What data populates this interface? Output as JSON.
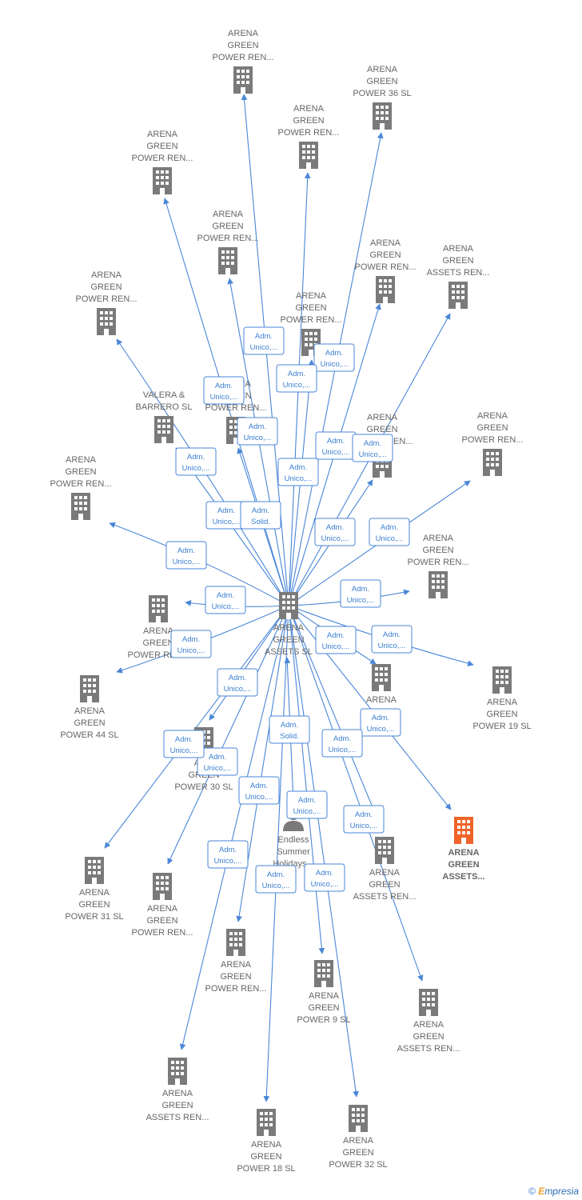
{
  "colors": {
    "edge": "#4a86d8",
    "node": "#7a7a7a",
    "highlight": "#f0642a",
    "label_border": "#4a86d8",
    "label_text": "#3a7fd1",
    "text": "#666666"
  },
  "center": {
    "id": "center",
    "label": [
      "ARENA",
      "GREEN",
      "ASSETS  SL"
    ],
    "icon": "building-icon"
  },
  "nodes": [
    {
      "id": "n1",
      "label": [
        "ARENA",
        "GREEN",
        "POWER REN..."
      ],
      "icon": "building-icon"
    },
    {
      "id": "n2",
      "label": [
        "ARENA",
        "GREEN",
        "POWER 36  SL"
      ],
      "icon": "building-icon"
    },
    {
      "id": "n3",
      "label": [
        "ARENA",
        "GREEN",
        "POWER REN..."
      ],
      "icon": "building-icon"
    },
    {
      "id": "n4",
      "label": [
        "ARENA",
        "GREEN",
        "POWER REN..."
      ],
      "icon": "building-icon"
    },
    {
      "id": "n5",
      "label": [
        "ARENA",
        "GREEN",
        "POWER REN..."
      ],
      "icon": "building-icon"
    },
    {
      "id": "n6",
      "label": [
        "ARENA",
        "GREEN",
        "POWER REN..."
      ],
      "icon": "building-icon"
    },
    {
      "id": "n7",
      "label": [
        "ARENA",
        "GREEN",
        "ASSETS REN..."
      ],
      "icon": "building-icon"
    },
    {
      "id": "n8",
      "label": [
        "ARENA",
        "GREEN",
        "POWER REN..."
      ],
      "icon": "building-icon"
    },
    {
      "id": "n9",
      "label": [
        "ARENA",
        "GREEN",
        "POWER REN..."
      ],
      "icon": "building-icon"
    },
    {
      "id": "n10",
      "label": [
        "ARENA",
        "GREEN",
        "POWER REN..."
      ],
      "icon": "building-icon"
    },
    {
      "id": "n11",
      "label": [
        "VALERA &",
        "BARRERO  SL"
      ],
      "icon": "building-icon"
    },
    {
      "id": "n12",
      "label": [
        "ARENA",
        "GREEN",
        "POWER REN..."
      ],
      "icon": "building-icon"
    },
    {
      "id": "n13",
      "label": [
        "ARENA",
        "GREEN",
        "POWER REN..."
      ],
      "icon": "building-icon"
    },
    {
      "id": "n14",
      "label": [
        "ARENA",
        "GREEN",
        "POWER REN..."
      ],
      "icon": "building-icon"
    },
    {
      "id": "n15",
      "label": [
        "ARENA",
        "GREEN",
        "POWER REN..."
      ],
      "icon": "building-icon"
    },
    {
      "id": "n16",
      "label": [
        "ARENA",
        "GREEN",
        "POWER REN..."
      ],
      "icon": "building-icon"
    },
    {
      "id": "n17",
      "label": [
        "ARENA",
        "GREEN",
        "POWER 44  SL"
      ],
      "icon": "building-icon"
    },
    {
      "id": "n18",
      "label": [
        "ARENA",
        "POWER..."
      ],
      "icon": "building-icon"
    },
    {
      "id": "n19",
      "label": [
        "ARENA",
        "GREEN",
        "POWER 19  SL"
      ],
      "icon": "building-icon"
    },
    {
      "id": "n20",
      "label": [
        "AR...",
        "GREEN",
        "POWER 30  SL"
      ],
      "icon": "building-icon"
    },
    {
      "id": "n21",
      "label": [
        "ARENA",
        "GREEN",
        "ASSETS..."
      ],
      "icon": "building-icon",
      "highlight": true
    },
    {
      "id": "n22",
      "label": [
        "Endless",
        "Summer",
        "Holidays..."
      ],
      "icon": "person-icon"
    },
    {
      "id": "n23",
      "label": [
        "ARENA",
        "GREEN",
        "ASSETS REN..."
      ],
      "icon": "building-icon"
    },
    {
      "id": "n24",
      "label": [
        "ARENA",
        "GREEN",
        "POWER 31  SL"
      ],
      "icon": "building-icon"
    },
    {
      "id": "n25",
      "label": [
        "ARENA",
        "GREEN",
        "POWER REN..."
      ],
      "icon": "building-icon"
    },
    {
      "id": "n26",
      "label": [
        "ARENA",
        "GREEN",
        "POWER REN..."
      ],
      "icon": "building-icon"
    },
    {
      "id": "n27",
      "label": [
        "ARENA",
        "GREEN",
        "POWER 9  SL"
      ],
      "icon": "building-icon"
    },
    {
      "id": "n28",
      "label": [
        "ARENA",
        "GREEN",
        "ASSETS REN..."
      ],
      "icon": "building-icon"
    },
    {
      "id": "n29",
      "label": [
        "ARENA",
        "GREEN",
        "ASSETS REN..."
      ],
      "icon": "building-icon"
    },
    {
      "id": "n30",
      "label": [
        "ARENA",
        "GREEN",
        "POWER 18  SL"
      ],
      "icon": "building-icon"
    },
    {
      "id": "n31",
      "label": [
        "ARENA",
        "GREEN",
        "POWER 32  SL"
      ],
      "icon": "building-icon"
    }
  ],
  "edge_labels": [
    [
      "Adm.",
      "Unico,..."
    ],
    [
      "Adm.",
      "Unico,..."
    ],
    [
      "Adm.",
      "Unico,..."
    ],
    [
      "Adm.",
      "Unico,..."
    ],
    [
      "Adm.",
      "Unico,..."
    ],
    [
      "Adm.",
      "Unico,..."
    ],
    [
      "Adm.",
      "Unico,..."
    ],
    [
      "Adm.",
      "Unico,..."
    ],
    [
      "Adm.",
      "Unico,..."
    ],
    [
      "Adm.",
      "Unico,..."
    ],
    [
      "Adm.",
      "Solid."
    ],
    [
      "Adm.",
      "Unico,..."
    ],
    [
      "Adm.",
      "Unico,..."
    ],
    [
      "Adm.",
      "Unico,..."
    ],
    [
      "Adm.",
      "Unico,..."
    ],
    [
      "Adm.",
      "Unico,..."
    ],
    [
      "Adm.",
      "Unico,..."
    ],
    [
      "Adm.",
      "Unico,..."
    ],
    [
      "Adm.",
      "Unico,..."
    ],
    [
      "Adm.",
      "Unico,..."
    ],
    [
      "Adm.",
      "Unico,..."
    ],
    [
      "Adm.",
      "Unico,..."
    ],
    [
      "Adm.",
      "Solid."
    ],
    [
      "Adm.",
      "Unico,..."
    ],
    [
      "Adm.",
      "Unico,..."
    ],
    [
      "Adm.",
      "Unico,..."
    ],
    [
      "Adm.",
      "Unico,..."
    ],
    [
      "Adm.",
      "Unico,..."
    ],
    [
      "Adm.",
      "Unico,..."
    ],
    [
      "Adm.",
      "Unico,..."
    ],
    [
      "Adm.",
      "Unico,..."
    ],
    [
      "Adm.",
      "Unico,..."
    ]
  ],
  "credit": {
    "copyright": "©",
    "brand_first": "E",
    "brand_rest": "mpresia"
  }
}
